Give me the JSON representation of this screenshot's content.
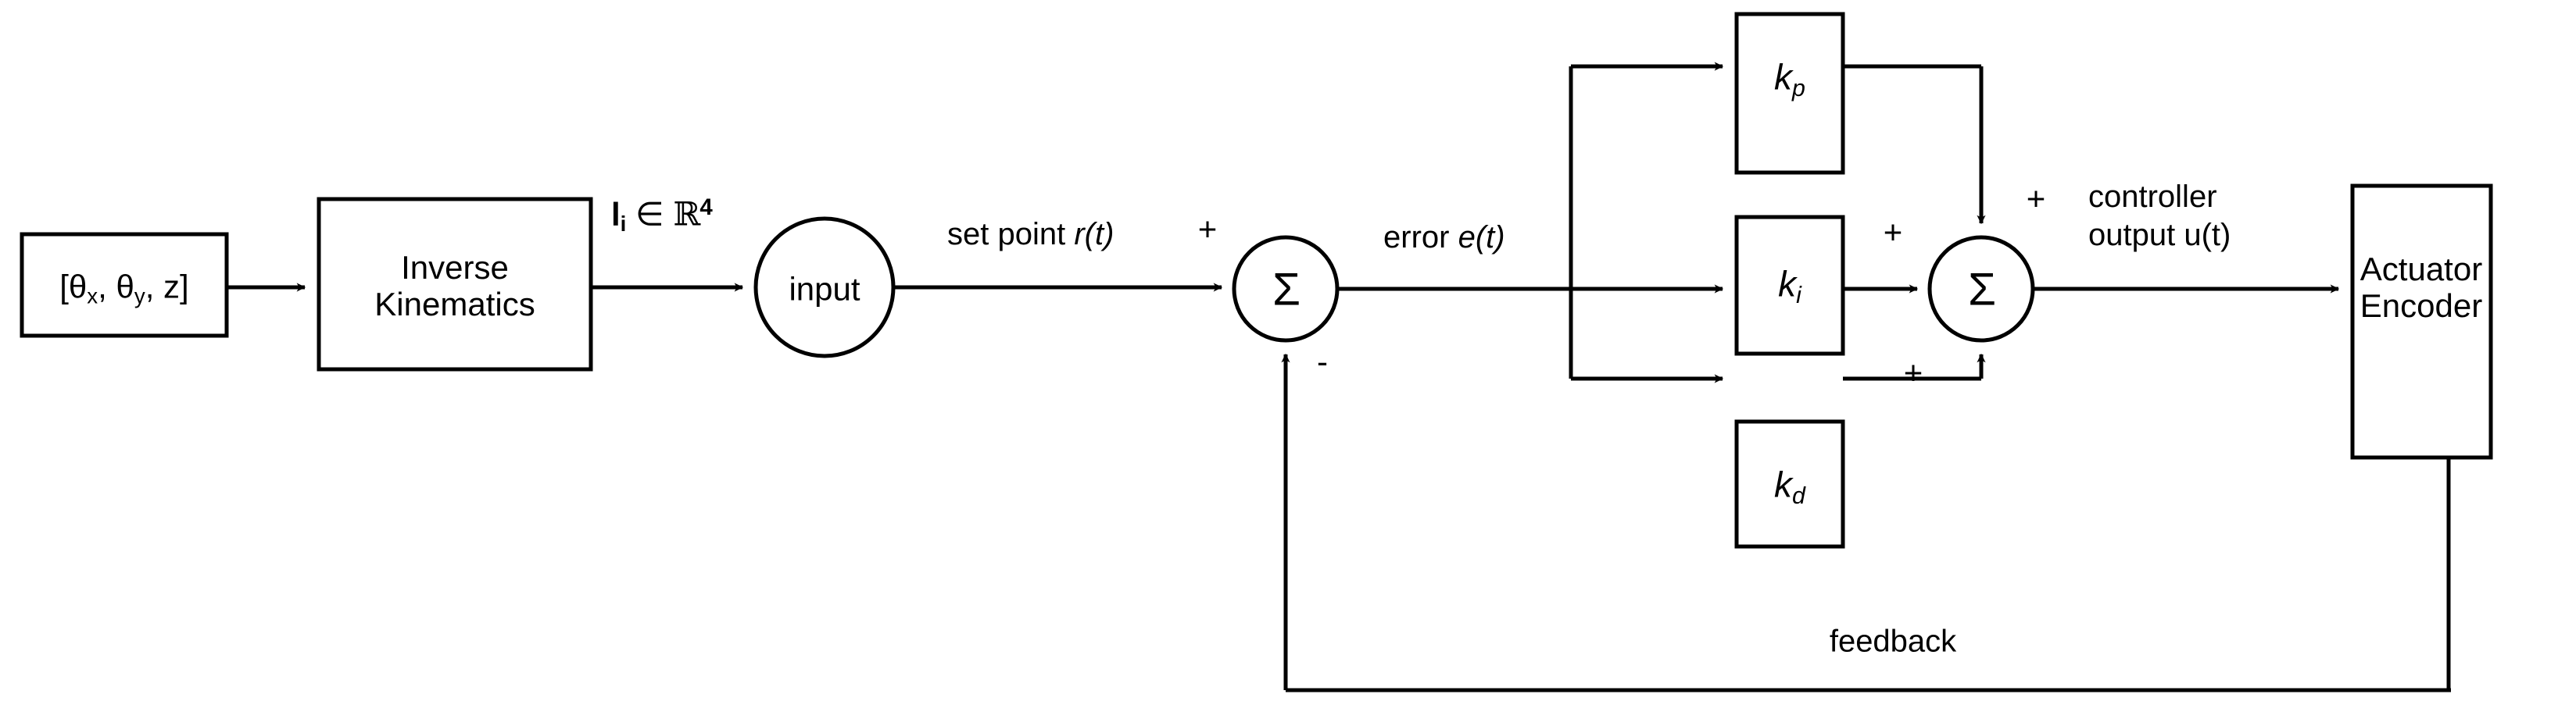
{
  "diagram": {
    "title": "PID control loop block diagram",
    "stroke_color": "#000000",
    "background_color": "#ffffff",
    "blocks": [
      {
        "id": "pose-input",
        "name": "pose-vector-box",
        "label_html": "[&theta;<sub>x</sub>, &theta;<sub>y</sub>, z]",
        "label_text": "[θx, θy, z]",
        "shape": "rect"
      },
      {
        "id": "inverse-kinematics",
        "name": "inverse-kinematics-box",
        "line1": "Inverse",
        "line2": "Kinematics",
        "shape": "rect"
      },
      {
        "id": "input-node",
        "name": "input-circle",
        "label": "input",
        "shape": "circle"
      },
      {
        "id": "sum-error",
        "name": "error-summing-junction",
        "label": "Σ",
        "shape": "circle"
      },
      {
        "id": "gain-kp",
        "name": "kp-gain-block",
        "gain": "k",
        "subscript": "p",
        "shape": "rect"
      },
      {
        "id": "gain-ki",
        "name": "ki-gain-block",
        "gain": "k",
        "subscript": "i",
        "shape": "rect"
      },
      {
        "id": "gain-kd",
        "name": "kd-gain-block",
        "gain": "k",
        "subscript": "d",
        "shape": "rect"
      },
      {
        "id": "sum-controller",
        "name": "controller-summing-junction",
        "label": "Σ",
        "shape": "circle"
      },
      {
        "id": "actuator-encoder",
        "name": "actuator-encoder-box",
        "line1": "Actuator",
        "line2": "Encoder",
        "shape": "rect"
      }
    ],
    "signal_labels": {
      "joint_vector_plain": "l_i ∈ ℝ^4",
      "joint_vector_base": "l",
      "joint_vector_sub": "i",
      "joint_vector_member": "∈",
      "joint_vector_space": "ℝ",
      "joint_vector_power": "4",
      "set_point_plain": "set point",
      "set_point_var": "r(t)",
      "error_plain": "error",
      "error_var": "e(t)",
      "controller_output_line1": "controller",
      "controller_output_line2": "output u(t)",
      "feedback": "feedback"
    },
    "signs": {
      "error_sum_positive": "+",
      "error_sum_negative": "-",
      "controller_sum_kp": "+",
      "controller_sum_ki": "+",
      "controller_sum_kd": "+"
    }
  }
}
